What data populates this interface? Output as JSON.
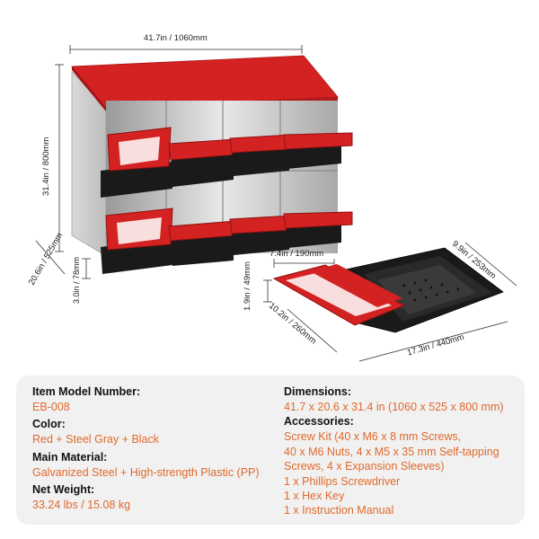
{
  "dimensions": {
    "width_top": "41.7in / 1060mm",
    "height_left": "31.4in / 800mm",
    "depth_left": "20.6in / 525mm",
    "perch_height": "3.0in / 78mm",
    "tray_width_top": "7.4in / 190mm",
    "tray_height": "1.9in / 49mm",
    "tray_depth": "10.2in / 260mm",
    "tray_length": "17.3in / 440mm",
    "tray_side": "9.9in / 253mm"
  },
  "specs": {
    "model_label": "Item Model Number:",
    "model_value": "EB-008",
    "color_label": "Color:",
    "color_value": "Red + Steel Gray + Black",
    "material_label": "Main Material:",
    "material_value": "Galvanized Steel + High-strength Plastic (PP)",
    "weight_label": "Net Weight:",
    "weight_value": "33.24 lbs / 15.08 kg",
    "dims_label": "Dimensions:",
    "dims_value": "41.7 x 20.6 x 31.4 in (1060 x 525 x 800 mm)",
    "accessories_label": "Accessories:",
    "accessories_lines": [
      "Screw Kit (40 x M6 x 8 mm Screws,",
      "40 x M6 Nuts, 4 x M5 x 35 mm Self-tapping",
      "Screws, 4 x Expansion Sleeves)",
      "1 x Phillips Screwdriver",
      "1 x Hex Key",
      "1 x Instruction Manual"
    ]
  },
  "colors": {
    "accent": "#e0692c",
    "red": "#d42222",
    "black": "#1a1a1a",
    "steel": "#c9c9c9"
  }
}
